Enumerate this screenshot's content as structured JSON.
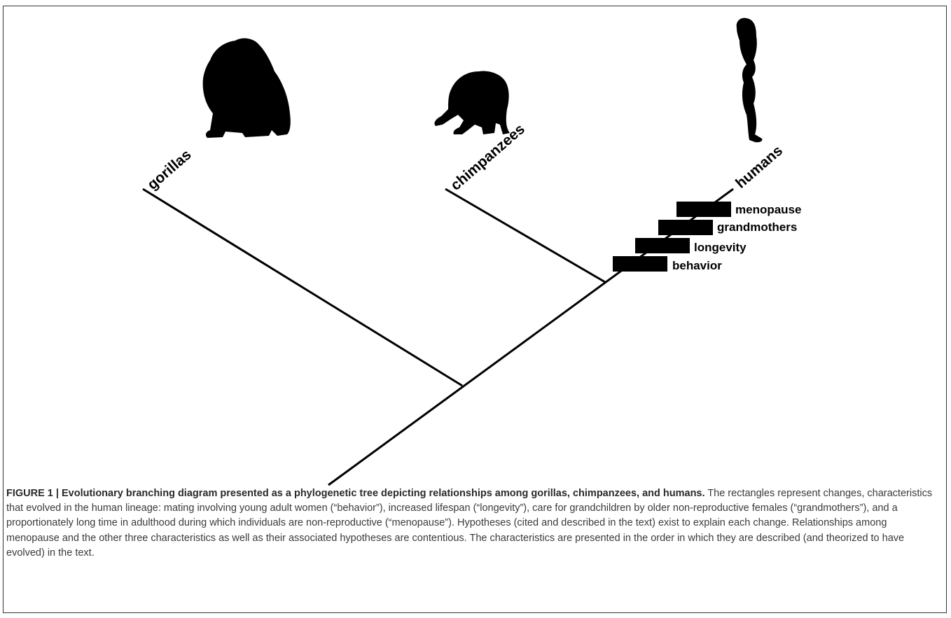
{
  "tree": {
    "taxa": [
      "gorillas",
      "chimpanzees",
      "humans"
    ],
    "traits": [
      "menopause",
      "grandmothers",
      "longevity",
      "behavior"
    ],
    "silhouette_icons": [
      "gorilla-silhouette",
      "chimpanzee-silhouette",
      "human-silhouette"
    ]
  },
  "caption": {
    "lead": "FIGURE 1 | Evolutionary branching diagram presented as a phylogenetic tree depicting relationships among gorillas, chimpanzees, and humans.",
    "body": " The rectangles represent changes, characteristics that evolved in the human lineage: mating involving young adult women (“behavior”), increased lifespan (“longevity”), care for grandchildren by older non-reproductive females (“grandmothers”), and a proportionately long time in adulthood during which individuals are non-reproductive (“menopause”). Hypotheses (cited and described in the text) exist to explain each change. Relationships among menopause and the other three characteristics as well as their associated hypotheses are contentious. The characteristics are presented in the order in which they are described (and theorized to have evolved) in the text."
  }
}
